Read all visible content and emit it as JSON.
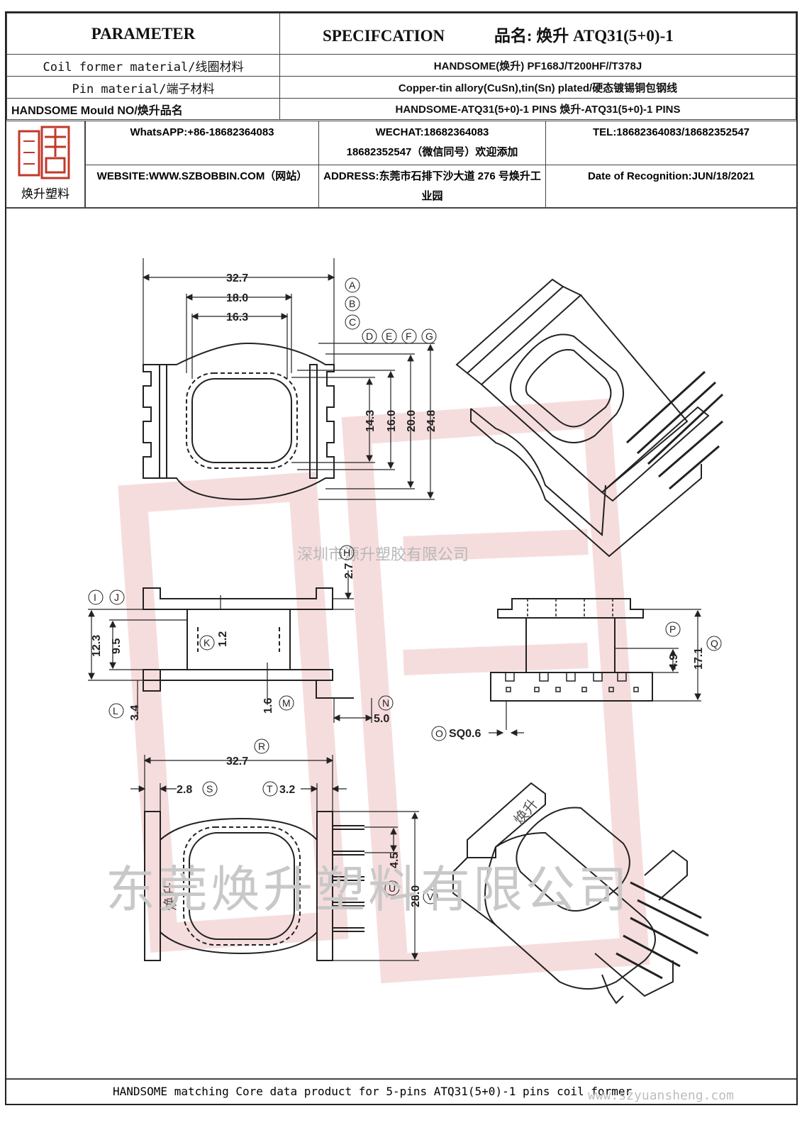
{
  "header": {
    "parameter": "PARAMETER",
    "specification": "SPECIFCATION",
    "product_name": "品名: 焕升 ATQ31(5+0)-1"
  },
  "rows": [
    {
      "param": "Coil former material/线圈材料",
      "spec": "HANDSOME(焕升)   PF168J/T200HF//T378J"
    },
    {
      "param": "Pin material/端子材料",
      "spec": "Copper-tin allory(CuSn),tin(Sn) plated/硬态镀锡铜包钢线"
    },
    {
      "param": "HANDSOME Mould NO/焕升品名",
      "spec": "HANDSOME-ATQ31(5+0)-1 PINS    焕升-ATQ31(5+0)-1 PINS"
    }
  ],
  "contact": {
    "logo_text": "焕升塑料",
    "whatsapp": "WhatsAPP:+86-18682364083",
    "wechat_line1": "WECHAT:18682364083",
    "wechat_line2": "18682352547（微信同号）欢迎添加",
    "tel": "TEL:18682364083/18682352547",
    "website": "WEBSITE:WWW.SZBOBBIN.COM（网站）",
    "address": "ADDRESS:东莞市石排下沙大道 276 号焕升工业园",
    "date": "Date of Recognition:JUN/18/2021"
  },
  "watermarks": {
    "center": "深圳市源升塑胶有限公司",
    "large": "东莞焕升塑料有限公司",
    "top_view_mark": "焕升",
    "iso_mark": "焕升"
  },
  "dimensions": {
    "top": [
      "32.7",
      "18.0",
      "16.3",
      "14.3",
      "16.0",
      "20.0",
      "24.8"
    ],
    "top_labels": [
      "A",
      "B",
      "C",
      "D",
      "E",
      "F",
      "G"
    ],
    "side": [
      "2.7",
      "12.3",
      "9.5",
      "1.2",
      "3.4",
      "1.6",
      "5.0"
    ],
    "side_labels": [
      "H",
      "I",
      "J",
      "K",
      "L",
      "M",
      "N"
    ],
    "end": [
      "4.9",
      "17.1",
      "SQ0.6"
    ],
    "end_labels": [
      "P",
      "Q",
      "O"
    ],
    "bottom": [
      "32.7",
      "2.8",
      "3.2",
      "4.5",
      "28.0"
    ],
    "bottom_labels": [
      "R",
      "S",
      "T",
      "U",
      "V"
    ]
  },
  "footer": {
    "text": "HANDSOME matching Core data  product for 5-pins ATQ31(5+0)-1 pins coil former",
    "url": "www.szyuansheng.com"
  },
  "colors": {
    "line": "#222222",
    "watermark": "#e6a0a0",
    "logo": "#c0392b"
  }
}
